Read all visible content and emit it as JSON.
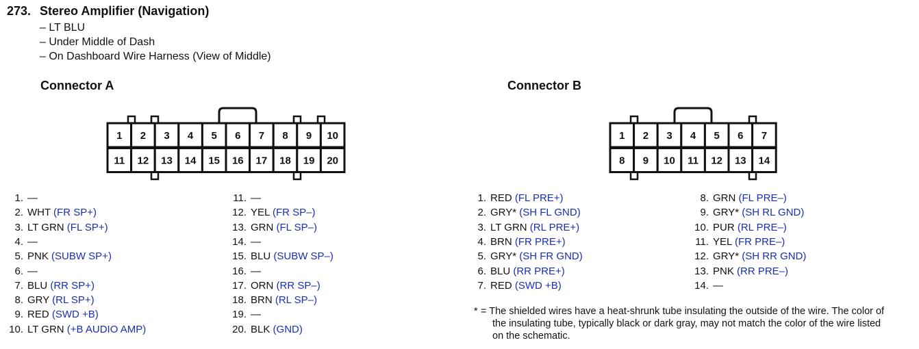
{
  "header": {
    "number": "273.",
    "title": "Stereo Amplifier (Navigation)",
    "details": [
      "– LT BLU",
      "– Under Middle of Dash",
      "– On Dashboard Wire Harness (View of Middle)"
    ]
  },
  "connector_a": {
    "title": "Connector A",
    "top_row": [
      "1",
      "2",
      "3",
      "4",
      "5",
      "6",
      "7",
      "8",
      "9",
      "10"
    ],
    "bottom_row": [
      "11",
      "12",
      "13",
      "14",
      "15",
      "16",
      "17",
      "18",
      "19",
      "20"
    ],
    "pins": [
      {
        "n": "1.",
        "wire": "—",
        "func": ""
      },
      {
        "n": "2.",
        "wire": "WHT",
        "func": "(FR SP+)"
      },
      {
        "n": "3.",
        "wire": "LT GRN",
        "func": "(FL SP+)"
      },
      {
        "n": "4.",
        "wire": "—",
        "func": ""
      },
      {
        "n": "5.",
        "wire": "PNK",
        "func": "(SUBW SP+)"
      },
      {
        "n": "6.",
        "wire": "—",
        "func": ""
      },
      {
        "n": "7.",
        "wire": "BLU",
        "func": "(RR SP+)"
      },
      {
        "n": "8.",
        "wire": "GRY",
        "func": "(RL SP+)"
      },
      {
        "n": "9.",
        "wire": "RED",
        "func": "(SWD +B)"
      },
      {
        "n": "10.",
        "wire": "LT GRN",
        "func": "(+B AUDIO AMP)"
      },
      {
        "n": "11.",
        "wire": "—",
        "func": ""
      },
      {
        "n": "12.",
        "wire": "YEL",
        "func": "(FR SP–)"
      },
      {
        "n": "13.",
        "wire": "GRN",
        "func": "(FL SP–)"
      },
      {
        "n": "14.",
        "wire": "—",
        "func": ""
      },
      {
        "n": "15.",
        "wire": "BLU",
        "func": "(SUBW SP–)"
      },
      {
        "n": "16.",
        "wire": "—",
        "func": ""
      },
      {
        "n": "17.",
        "wire": "ORN",
        "func": "(RR SP–)"
      },
      {
        "n": "18.",
        "wire": "BRN",
        "func": "(RL SP–)"
      },
      {
        "n": "19.",
        "wire": "—",
        "func": ""
      },
      {
        "n": "20.",
        "wire": "BLK",
        "func": "(GND)"
      }
    ]
  },
  "connector_b": {
    "title": "Connector B",
    "top_row": [
      "1",
      "2",
      "3",
      "4",
      "5",
      "6",
      "7"
    ],
    "bottom_row": [
      "8",
      "9",
      "10",
      "11",
      "12",
      "13",
      "14"
    ],
    "pins": [
      {
        "n": "1.",
        "wire": "RED",
        "func": "(FL PRE+)"
      },
      {
        "n": "2.",
        "wire": "GRY*",
        "func": "(SH FL GND)"
      },
      {
        "n": "3.",
        "wire": "LT GRN",
        "func": "(RL PRE+)"
      },
      {
        "n": "4.",
        "wire": "BRN",
        "func": "(FR PRE+)"
      },
      {
        "n": "5.",
        "wire": "GRY*",
        "func": "(SH FR GND)"
      },
      {
        "n": "6.",
        "wire": "BLU",
        "func": "(RR PRE+)"
      },
      {
        "n": "7.",
        "wire": "RED",
        "func": "(SWD +B)"
      },
      {
        "n": "8.",
        "wire": "GRN",
        "func": "(FL PRE–)"
      },
      {
        "n": "9.",
        "wire": "GRY*",
        "func": "(SH RL GND)"
      },
      {
        "n": "10.",
        "wire": "PUR",
        "func": "(RL PRE–)"
      },
      {
        "n": "11.",
        "wire": "YEL",
        "func": "(FR PRE–)"
      },
      {
        "n": "12.",
        "wire": "GRY*",
        "func": "(SH RR GND)"
      },
      {
        "n": "13.",
        "wire": "PNK",
        "func": "(RR PRE–)"
      },
      {
        "n": "14.",
        "wire": "—",
        "func": ""
      }
    ]
  },
  "footnote": {
    "star": "*",
    "line1": "= The shielded wires have a heat-shrunk tube insulating the outside of the wire. The color of",
    "line2": "the insulating tube, typically black or dark gray, may not match the color of the wire listed",
    "line3": "on the schematic."
  },
  "colors": {
    "function_text": "#1a2db5",
    "text": "#111111"
  }
}
